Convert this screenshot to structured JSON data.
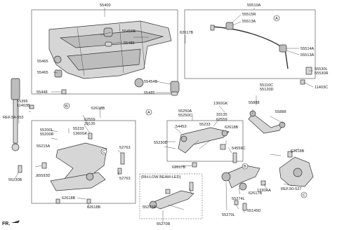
{
  "corner_mark": "FR.",
  "sub_box_title": "(RH-LOW BEAM-LED)",
  "callout_letters": {
    "a": "A",
    "b": "B",
    "c": "C"
  },
  "labels": {
    "p55400": "55400",
    "p55510A": "55510A",
    "p55515R": "55515R",
    "p55513A_t": "55513A",
    "p55456B": "55456B",
    "p62617B_t": "62617B",
    "p55465_a": "55465",
    "p55465_b": "55465",
    "p55485_a": "55485",
    "p55485_b": "55485",
    "p55448": "55448",
    "p55454B": "55454B",
    "p55514A": "55514A",
    "p55513A_b": "55513A",
    "p55530L": "55530L",
    "p55530R": "55530R",
    "p11403C": "11403C",
    "p55396": "55396",
    "p11403B": "11403B",
    "p62618B_a": "62618B",
    "ref_left": "REF.54-553",
    "p55250A": "55250A",
    "p55250C": "55250C",
    "p1360GK_a": "1360GK",
    "p33135_a": "33135",
    "p62559_a": "62559",
    "p55110C": "55110C",
    "p55120D": "55120D",
    "p55888": "55888",
    "p55888b": "55888",
    "p62559_b": "62559",
    "p33135_b": "33135",
    "p54453": "54453",
    "p55233_a": "55233",
    "p62618B_b": "62618B",
    "p55233_b": "55233",
    "p1360GK_b": "1360GK",
    "p55200L": "55200L",
    "p55200R": "55200R",
    "p55215A": "55215A",
    "p55230D": "55230D",
    "p52763_a": "52763",
    "p52763_b": "52763",
    "p54559C": "54559C",
    "p62618B_c": "62618B",
    "p55593D": "55593D",
    "p62617B_b": "62617B",
    "p55230B": "55230B",
    "p62618B_d": "62618B",
    "p62618B_e": "62618B",
    "p55275R": "55275R",
    "p55270R": "55270R",
    "p55274L": "55274L",
    "p62617B_c": "62617B",
    "p1330AA": "1330AA",
    "ref_right": "REF.50-527",
    "p55270L": "55270L",
    "p55145D": "55145D"
  }
}
